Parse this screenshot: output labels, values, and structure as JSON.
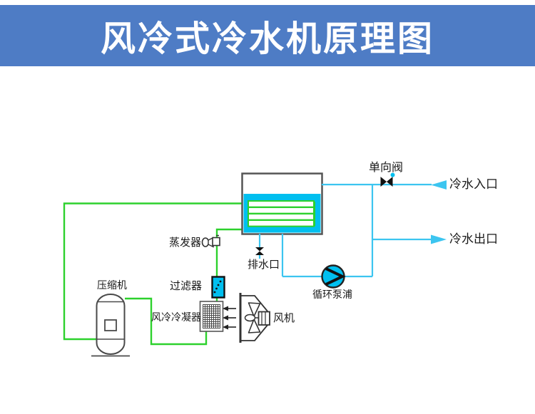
{
  "header": {
    "title": "风冷式冷水机原理图"
  },
  "labels": {
    "check_valve": "单向阀",
    "cold_water_inlet": "冷水入口",
    "cold_water_outlet": "冷水出口",
    "evaporator": "蒸发器",
    "drain_outlet": "排水口",
    "filter": "过滤器",
    "air_cooled_condenser": "风冷冷凝器",
    "fan": "风机",
    "compressor": "压缩机",
    "circulation_pump": "循环泵浦"
  },
  "colors": {
    "banner_blue": "#4e7cc5",
    "title_text": "#ffffff",
    "pipe_green": "#2dd12d",
    "water_line_cyan": "#3cc5f0",
    "water_fill_cyan": "#00bfef",
    "component_stroke": "#4a4a4a",
    "valve_black": "#111111",
    "label_text": "#1a1a1a"
  }
}
